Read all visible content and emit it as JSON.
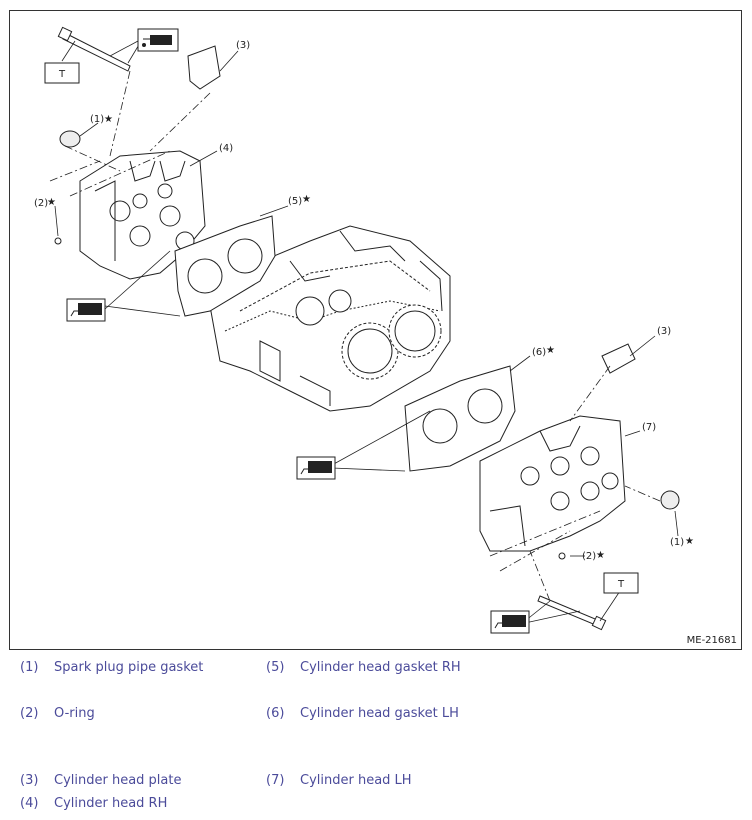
{
  "figure": {
    "id": "ME-21681",
    "callouts": {
      "c1a": "(1)",
      "c1b": "(1)",
      "c2a": "(2)",
      "c2b": "(2)",
      "c3a": "(3)",
      "c3b": "(3)",
      "c4": "(4)",
      "c5": "(5)",
      "c6": "(6)",
      "c7": "(7)",
      "ta": "T",
      "tb": "T"
    },
    "star": "★"
  },
  "legend": [
    {
      "num": "(1)",
      "text": "Spark plug pipe gasket"
    },
    {
      "num": "(2)",
      "text": "O-ring"
    },
    {
      "num": "(3)",
      "text": "Cylinder head plate"
    },
    {
      "num": "(4)",
      "text": "Cylinder head RH"
    },
    {
      "num": "(5)",
      "text": "Cylinder head gasket RH"
    },
    {
      "num": "(6)",
      "text": "Cylinder head gasket LH"
    },
    {
      "num": "(7)",
      "text": "Cylinder head LH"
    }
  ]
}
